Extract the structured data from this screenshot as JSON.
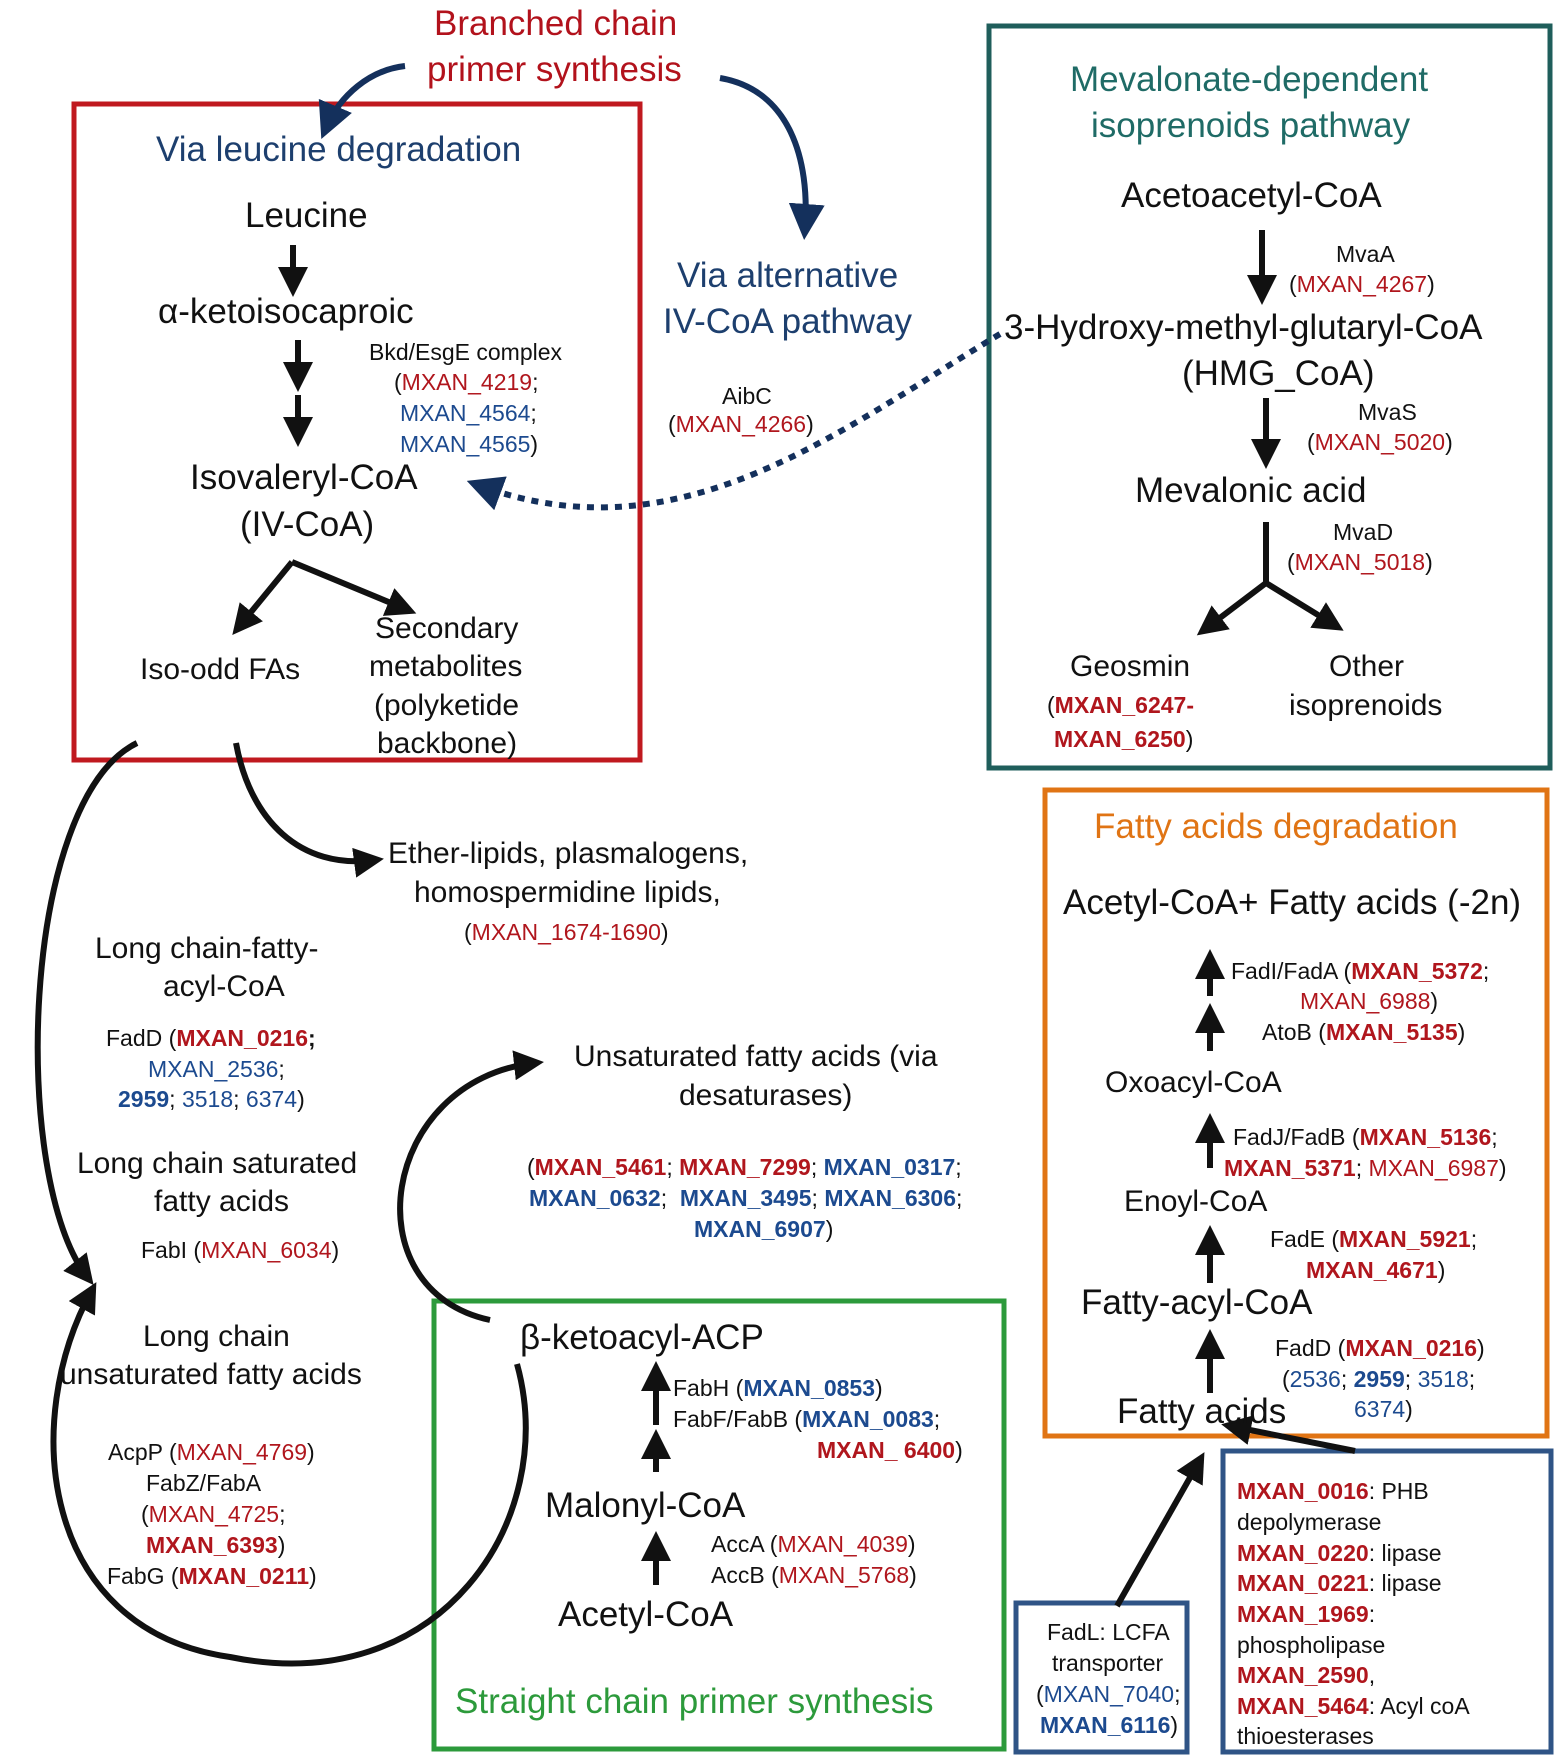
{
  "header": {
    "branched_line1": "Branched chain",
    "branched_line2": "primer synthesis"
  },
  "leucine_box": {
    "title": "Via leucine degradation",
    "leucine": "Leucine",
    "ketoisocaproic": "α-ketoisocaproic",
    "enzyme": "Bkd/EsgE complex",
    "gene1": "MXAN_4219",
    "gene2": "MXAN_4564",
    "gene3": "MXAN_4565",
    "isovaleryl": "Isovaleryl-CoA",
    "ivcoa": "(IV-CoA)",
    "iso_odd": "Iso-odd FAs",
    "secondary1": "Secondary",
    "secondary2": "metabolites",
    "secondary3": "(polyketide",
    "secondary4": "backbone)"
  },
  "alternative": {
    "line1": "Via alternative",
    "line2": "IV-CoA pathway",
    "enzyme": "AibC",
    "gene": "MXAN_4266"
  },
  "mevalonate_box": {
    "title1": "Mevalonate-dependent",
    "title2": "isoprenoids pathway",
    "acetoacetyl": "Acetoacetyl-CoA",
    "mvaa": "MvaA",
    "mvaa_gene": "MXAN_4267",
    "hmg1": "3-Hydroxy-methyl-glutaryl-CoA",
    "hmg2": "(HMG_CoA)",
    "mvas": "MvaS",
    "mvas_gene": "MXAN_5020",
    "mevalonic": "Mevalonic acid",
    "mvad": "MvaD",
    "mvad_gene": "MXAN_5018",
    "geosmin": "Geosmin",
    "geosmin_gene1": "MXAN_6247-",
    "geosmin_gene2": "MXAN_6250",
    "other1": "Other",
    "other2": "isoprenoids"
  },
  "ether": {
    "line1": "Ether-lipids, plasmalogens,",
    "line2": "homospermidine lipids,",
    "gene": "MXAN_1674-1690"
  },
  "left_column": {
    "lcfacoa1": "Long chain-fatty-",
    "lcfacoa2": "acyl-CoA",
    "fadd": "FadD",
    "fadd_g1": "MXAN_0216",
    "fadd_g2": "MXAN_2536",
    "fadd_g3": "2959",
    "fadd_g4": "3518",
    "fadd_g5": "6374",
    "lcsat1": "Long chain saturated",
    "lcsat2": "fatty acids",
    "fabi": "FabI",
    "fabi_gene": "MXAN_6034",
    "lcunsat1": "Long chain",
    "lcunsat2": "unsaturated fatty acids",
    "acpp": "AcpP",
    "acpp_gene": "MXAN_4769",
    "fabz": "FabZ/FabA",
    "fabz_g1": "MXAN_4725",
    "fabz_g2": "MXAN_6393",
    "fabg": "FabG",
    "fabg_gene": "MXAN_0211"
  },
  "unsaturated": {
    "line1": "Unsaturated  fatty acids (via",
    "line2": "desaturases)",
    "g1": "MXAN_5461",
    "g2": "MXAN_7299",
    "g3": "MXAN_0317",
    "g4": "MXAN_0632",
    "g5": "MXAN_3495",
    "g6": "MXAN_6306",
    "g7": "MXAN_6907"
  },
  "straight_box": {
    "title": "Straight chain primer synthesis",
    "ketoacyl": "β-ketoacyl-ACP",
    "fabh": "FabH",
    "fabh_gene": "MXAN_0853",
    "fabf": "FabF/FabB",
    "fabf_g1": "MXAN_0083",
    "fabf_g2": "MXAN_ 6400",
    "malonyl": "Malonyl-CoA",
    "acca": "AccA",
    "acca_gene": "MXAN_4039",
    "accb": "AccB",
    "accb_gene": "MXAN_5768",
    "acetyl": "Acetyl-CoA"
  },
  "degradation_box": {
    "title": "Fatty acids degradation",
    "top": "Acetyl-CoA+ Fatty acids (-2n)",
    "fadi": "FadI/FadA",
    "fadi_g1": "MXAN_5372",
    "fadi_g2": "MXAN_6988",
    "atob": "AtoB",
    "atob_gene": "MXAN_5135",
    "oxoacyl": "Oxoacyl-CoA",
    "fadj": "FadJ/FadB",
    "fadj_g1": "MXAN_5136",
    "fadj_g2": "MXAN_5371",
    "fadj_g3": "MXAN_6987",
    "enoyl": "Enoyl-CoA",
    "fade": "FadE",
    "fade_g1": "MXAN_5921",
    "fade_g2": "MXAN_4671",
    "fattyacyl": "Fatty-acyl-CoA",
    "fadd": "FadD",
    "fadd_g1": "MXAN_0216",
    "fadd_g2": "2536",
    "fadd_g3": "2959",
    "fadd_g4": "3518",
    "fadd_g5": "6374",
    "fattyacids": "Fatty acids"
  },
  "fadl_box": {
    "line1": "FadL: LCFA",
    "line2": "transporter",
    "g1": "MXAN_7040",
    "g2": "MXAN_6116"
  },
  "enzymes_box": {
    "g1": "MXAN_0016",
    "d1a": ": PHB",
    "d1b": "depolymerase",
    "g2": "MXAN_0220",
    "d2": ": lipase",
    "g3": "MXAN_0221",
    "d3": ": lipase",
    "g4": "MXAN_1969",
    "d4a": ":",
    "d4b": "phospholipase",
    "g5": "MXAN_2590",
    "d5": ",",
    "g6": "MXAN_5464",
    "d6a": ": Acyl coA",
    "d6b": "thioesterases"
  },
  "colors": {
    "red": "#b0161d",
    "blue": "#1c4a8f",
    "box_red": "#c0191f",
    "box_teal": "#1f5e5b",
    "box_orange": "#e07414",
    "box_green": "#2c9a3b",
    "box_navy": "#2f5486",
    "arrow": "#111111",
    "curve_blue": "#14305c"
  }
}
